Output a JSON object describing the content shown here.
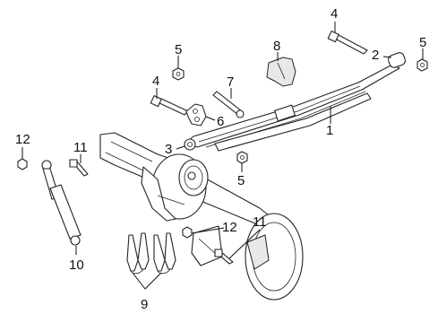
{
  "diagram": {
    "callouts": [
      {
        "id": "c1",
        "label": "1"
      },
      {
        "id": "c2",
        "label": "2"
      },
      {
        "id": "c3",
        "label": "3"
      },
      {
        "id": "c4a",
        "label": "4"
      },
      {
        "id": "c4b",
        "label": "4"
      },
      {
        "id": "c5a",
        "label": "5"
      },
      {
        "id": "c5b",
        "label": "5"
      },
      {
        "id": "c5c",
        "label": "5"
      },
      {
        "id": "c6",
        "label": "6"
      },
      {
        "id": "c7",
        "label": "7"
      },
      {
        "id": "c8",
        "label": "8"
      },
      {
        "id": "c9",
        "label": "9"
      },
      {
        "id": "c10",
        "label": "10"
      },
      {
        "id": "c11a",
        "label": "11"
      },
      {
        "id": "c11b",
        "label": "11"
      },
      {
        "id": "c12a",
        "label": "12"
      },
      {
        "id": "c12b",
        "label": "12"
      }
    ]
  }
}
